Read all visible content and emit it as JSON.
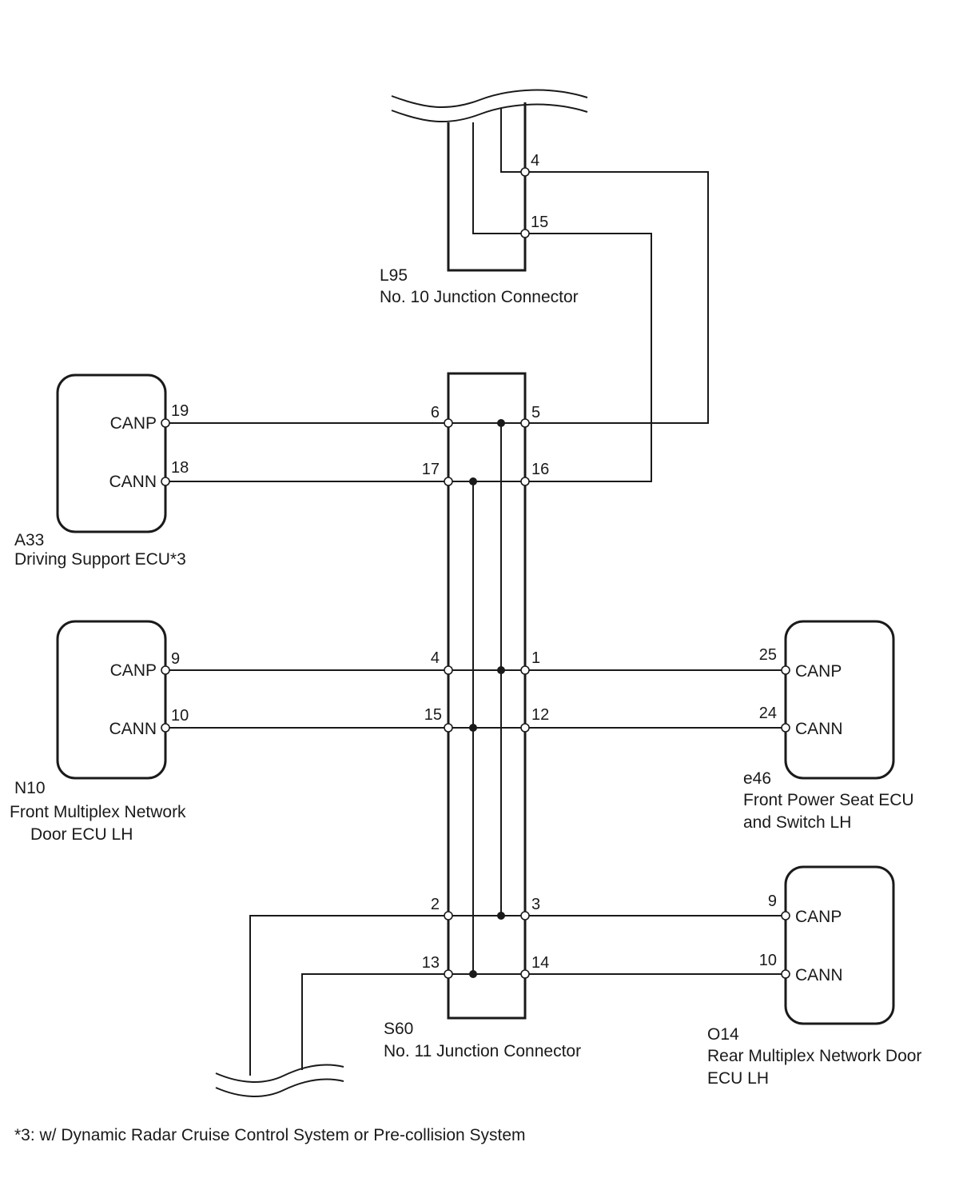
{
  "connectors": {
    "l95": {
      "code": "L95",
      "name": "No. 10 Junction Connector",
      "pins": [
        "4",
        "15"
      ]
    },
    "s60": {
      "code": "S60",
      "name": "No. 11 Junction Connector",
      "pins": [
        "6",
        "5",
        "17",
        "16",
        "4",
        "1",
        "15",
        "12",
        "2",
        "3",
        "13",
        "14"
      ]
    }
  },
  "ecus": {
    "a33": {
      "code": "A33",
      "name": "Driving Support ECU*3",
      "canp_label": "CANP",
      "cann_label": "CANN",
      "canp_pin": "19",
      "cann_pin": "18"
    },
    "n10": {
      "code": "N10",
      "name_line1": "Front Multiplex Network",
      "name_line2": "Door ECU LH",
      "canp_label": "CANP",
      "cann_label": "CANN",
      "canp_pin": "9",
      "cann_pin": "10"
    },
    "e46": {
      "code": "e46",
      "name_line1": "Front Power Seat ECU",
      "name_line2": "and Switch LH",
      "canp_label": "CANP",
      "cann_label": "CANN",
      "canp_pin": "25",
      "cann_pin": "24"
    },
    "o14": {
      "code": "O14",
      "name_line1": "Rear Multiplex Network Door",
      "name_line2": "ECU LH",
      "canp_label": "CANP",
      "cann_label": "CANN",
      "canp_pin": "9",
      "cann_pin": "10"
    }
  },
  "footnote": "*3: w/ Dynamic Radar Cruise Control System or Pre-collision System"
}
